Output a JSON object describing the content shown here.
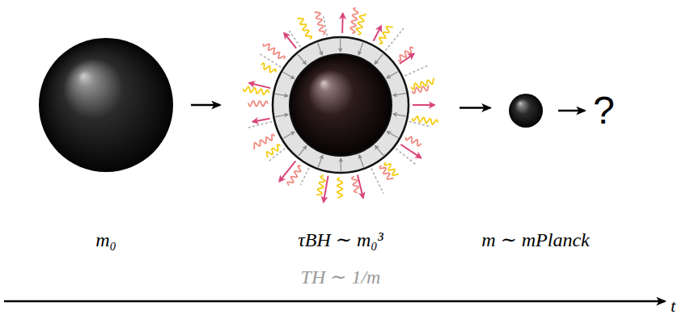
{
  "diagram": {
    "nodes": [
      {
        "text": [
          "m₀"
        ]
      },
      {
        "text": [
          "τBH ∼ m₀³",
          "TH ∼ 1/m"
        ]
      },
      {
        "text": [
          "m ∼ mPlanck"
        ]
      },
      {
        "text": [
          "?"
        ]
      }
    ],
    "edges": [
      {
        "from": 0,
        "to": 1,
        "arrow": "to"
      },
      {
        "from": 1,
        "to": 2,
        "arrow": "to"
      },
      {
        "from": 2,
        "to": 3,
        "arrow": "to"
      }
    ],
    "labels": [
      "t"
    ]
  }
}
